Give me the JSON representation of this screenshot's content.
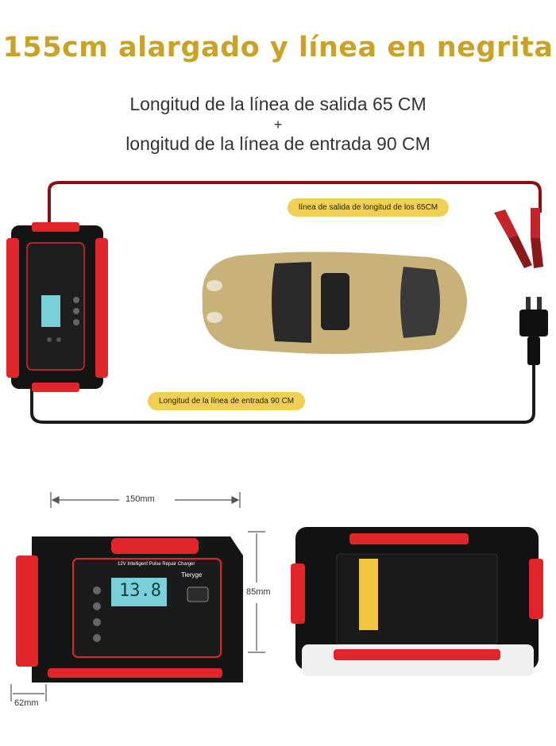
{
  "headline": "155cm alargado y línea en negrita",
  "subline_1": "Longitud de la línea de salida 65 CM",
  "plus": "+",
  "subline_2": "longitud de la línea de entrada 90 CM",
  "label_output": "línea de salida de longitud de los 65CM",
  "label_input": "Longitud de la línea de entrada 90 CM",
  "dim_width": "150mm",
  "dim_height": "85mm",
  "dim_depth": "62mm",
  "charger_title": "12V Intelligent Pulse Repair Charger",
  "brand": "Tieryge",
  "display_value": "13.8",
  "colors": {
    "headline": "#c9a227",
    "pill": "#f0cf55",
    "charger_red": "#e0262b",
    "charger_black": "#141414",
    "lcd": "#7ad0d8"
  }
}
